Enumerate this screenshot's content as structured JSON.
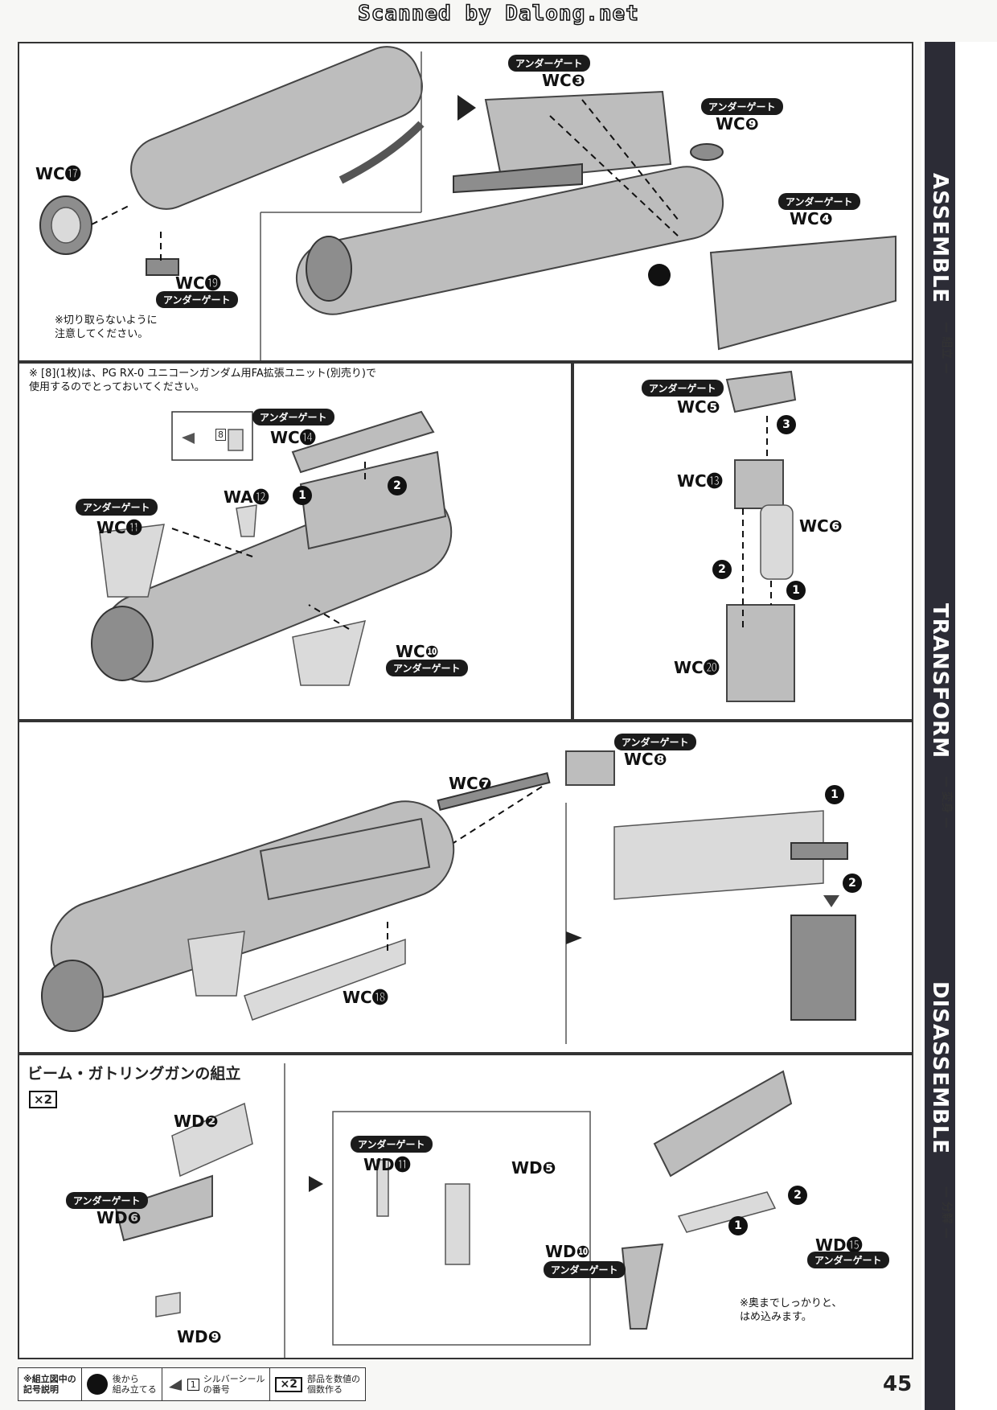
{
  "header": {
    "scan_credit": "Scanned by Dalong.net"
  },
  "sidebar": {
    "sections": [
      {
        "label": "ASSEMBLE",
        "sub": "— 組立 —"
      },
      {
        "label": "TRANSFORM",
        "sub": "— 変身 —"
      },
      {
        "label": "DISASSEMBLE",
        "sub": "— 分解 —"
      }
    ]
  },
  "gate_label": "アンダーゲート",
  "panel1": {
    "parts": [
      "WC⓱",
      "WC❸",
      "WC❾",
      "WC❹",
      "WC⓳"
    ],
    "note": "※切り取らないように\n注意してください。"
  },
  "panel2": {
    "note": "※ [8](1枚)は、PG RX-0 ユニコーンガンダム用FA拡張ユニット(別売り)で\n使用するのでとっておいてください。",
    "sticker_num": "8",
    "parts": [
      "WC⓮",
      "WA⓬",
      "WC⓫",
      "WC❿"
    ],
    "steps": [
      "1",
      "2"
    ]
  },
  "panel3": {
    "parts": [
      "WC❺",
      "WC⓭",
      "WC❻",
      "WC⓴"
    ],
    "steps": [
      "3",
      "2",
      "1"
    ]
  },
  "panel4": {
    "parts": [
      "WC❽",
      "WC❼",
      "WC⓲"
    ],
    "steps": [
      "1",
      "2"
    ]
  },
  "panel5": {
    "title": "ビーム・ガトリングガンの組立",
    "multiplier": "×2",
    "parts": [
      "WD❷",
      "WD❻",
      "WD❾",
      "WD⓫",
      "WD❺",
      "WD❿",
      "WD⓯"
    ],
    "steps": [
      "1",
      "2"
    ],
    "note": "※奥までしっかりと、\nはめ込みます。"
  },
  "legend": {
    "title": "※組立図中の\n記号説明",
    "items": [
      {
        "icon": "build-later-icon",
        "text": "後から\n組み立てる"
      },
      {
        "icon": "silver-seal-icon",
        "num": "1",
        "text": "シルバーシール\nの番号"
      },
      {
        "icon": "x2-icon",
        "num": "×2",
        "text": "部品を数値の\n個数作る"
      }
    ]
  },
  "page_number": "45"
}
